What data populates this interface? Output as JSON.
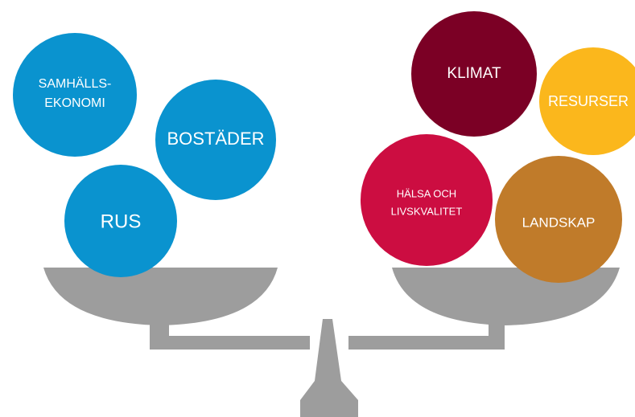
{
  "colors": {
    "blue": "#0a93cf",
    "maroon": "#7b0025",
    "yellow": "#fbb71c",
    "crimson": "#cc0d41",
    "ochre": "#c07b2a",
    "scale_gray": "#9d9d9d"
  },
  "left_pan": {
    "circles": [
      {
        "line1": "SAMHÄLLS-",
        "line2": "EKONOMI",
        "color": "#0a93cf"
      },
      {
        "line1": "BOSTÄDER",
        "color": "#0a93cf"
      },
      {
        "line1": "RUS",
        "color": "#0a93cf"
      }
    ]
  },
  "right_pan": {
    "circles": [
      {
        "line1": "KLIMAT",
        "color": "#7b0025"
      },
      {
        "line1": "RESURSER",
        "color": "#fbb71c"
      },
      {
        "line1": "HÄLSA OCH",
        "line2": "LIVSKVALITET",
        "color": "#cc0d41"
      },
      {
        "line1": "LANDSKAP",
        "color": "#c07b2a"
      }
    ]
  }
}
